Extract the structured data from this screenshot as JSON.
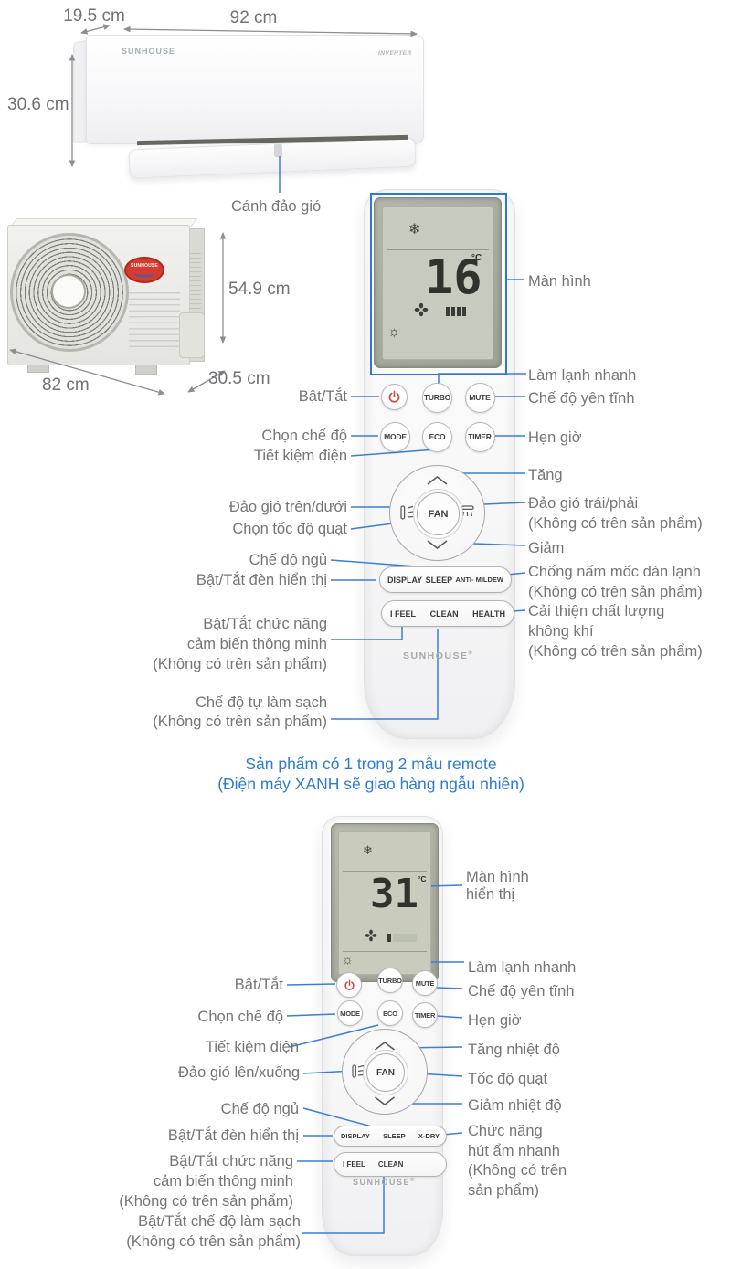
{
  "colors": {
    "annotation_blue": "#3a7fd5",
    "label_gray": "#757575",
    "note_blue": "#2d7cd4",
    "power_red": "#cb4a43"
  },
  "indoor_unit": {
    "brand": "SUNHOUSE",
    "badge": "INVERTER",
    "dim_width": "92 cm",
    "dim_depth": "19.5 cm",
    "dim_height": "30.6 cm",
    "flap_label": "Cánh đảo gió"
  },
  "outdoor_unit": {
    "brand": "SUNHOUSE",
    "dim_height": "54.9 cm",
    "dim_width": "82 cm",
    "dim_depth": "30.5 cm"
  },
  "note": {
    "line1": "Sản phẩm có 1 trong 2 mẫu remote",
    "line2": "(Điện máy XANH sẽ giao hàng ngẫu nhiên)"
  },
  "remote1": {
    "screen_label": "Màn hình",
    "lcd": {
      "temp": "16",
      "unit": "°C"
    },
    "buttons": {
      "turbo": "TURBO",
      "mute": "MUTE",
      "mode": "MODE",
      "eco": "ECO",
      "timer": "TIMER",
      "fan": "FAN",
      "display": "DISPLAY",
      "sleep": "SLEEP",
      "anti_line1": "ANTI-",
      "anti_line2": "MILDEW",
      "ifeel": "I FEEL",
      "clean": "CLEAN",
      "health": "HEALTH"
    },
    "brand": "SUNHOUSE",
    "brand_reg": "®",
    "labels_left": [
      {
        "lines": [
          "Bật/Tắt"
        ]
      },
      {
        "lines": [
          "Chọn chế độ"
        ]
      },
      {
        "lines": [
          "Tiết kiệm điện"
        ]
      },
      {
        "lines": [
          "Đảo gió trên/dưới"
        ]
      },
      {
        "lines": [
          "Chọn tốc độ quạt"
        ]
      },
      {
        "lines": [
          "Chế độ ngủ"
        ]
      },
      {
        "lines": [
          "Bật/Tắt đèn hiển thị"
        ]
      },
      {
        "lines": [
          "Bật/Tắt chức năng",
          "cảm biến thông minh",
          "(Không có trên sản phẩm)"
        ]
      },
      {
        "lines": [
          "Chế độ tự làm sạch",
          "(Không có trên sản phẩm)"
        ]
      }
    ],
    "labels_right": [
      {
        "lines": [
          "Làm lạnh nhanh"
        ]
      },
      {
        "lines": [
          "Chế độ yên tĩnh"
        ]
      },
      {
        "lines": [
          "Hẹn giờ"
        ]
      },
      {
        "lines": [
          "Tăng"
        ]
      },
      {
        "lines": [
          "Đảo gió trái/phải",
          "(Không có trên sản phẩm)"
        ]
      },
      {
        "lines": [
          "Giảm"
        ]
      },
      {
        "lines": [
          "Chống nấm mốc dàn lạnh",
          "(Không có trên sản phẩm)"
        ]
      },
      {
        "lines": [
          "Cải thiện chất lượng",
          "không khí",
          "(Không có trên sản phẩm)"
        ]
      }
    ]
  },
  "remote2": {
    "screen_label": {
      "lines": [
        "Màn hình",
        "hiển thị"
      ]
    },
    "lcd": {
      "temp": "31",
      "unit": "°C"
    },
    "buttons": {
      "turbo": "TURBO",
      "mute": "MUTE",
      "mode": "MODE",
      "eco": "ECO",
      "timer": "TIMER",
      "fan": "FAN",
      "display": "DISPLAY",
      "sleep": "SLEEP",
      "xdry": "X-DRY",
      "ifeel": "I FEEL",
      "clean": "CLEAN"
    },
    "brand": "SUNHOUSE",
    "brand_reg": "®",
    "labels_left": [
      {
        "lines": [
          "Bật/Tắt"
        ]
      },
      {
        "lines": [
          "Chọn chế độ"
        ]
      },
      {
        "lines": [
          "Tiết kiệm điện"
        ]
      },
      {
        "lines": [
          "Đảo gió lên/xuống"
        ]
      },
      {
        "lines": [
          "Chế độ ngủ"
        ]
      },
      {
        "lines": [
          "Bật/Tắt đèn hiển thị"
        ]
      },
      {
        "lines": [
          "Bật/Tắt chức năng",
          "cảm biến thông minh",
          "(Không có trên sản phẩm)"
        ]
      },
      {
        "lines": [
          "Bật/Tắt chế độ làm sạch",
          "(Không có trên sản phẩm)"
        ]
      }
    ],
    "labels_right": [
      {
        "lines": [
          "Làm lạnh nhanh"
        ]
      },
      {
        "lines": [
          "Chế độ yên tĩnh"
        ]
      },
      {
        "lines": [
          "Hẹn giờ"
        ]
      },
      {
        "lines": [
          "Tăng nhiệt độ"
        ]
      },
      {
        "lines": [
          "Tốc độ quạt"
        ]
      },
      {
        "lines": [
          "Giảm nhiệt độ"
        ]
      },
      {
        "lines": [
          "Chức năng",
          "hút ẩm nhanh",
          "(Không có trên",
          "sản phẩm)"
        ]
      }
    ]
  }
}
